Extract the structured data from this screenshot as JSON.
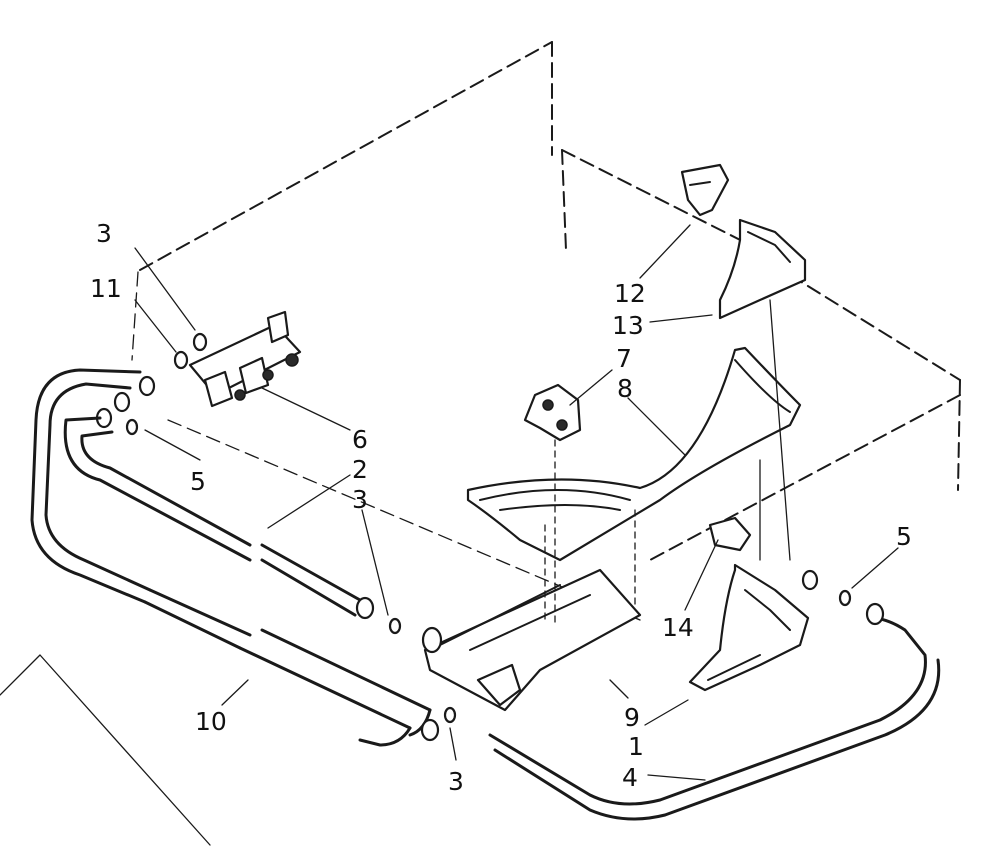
{
  "diagram": {
    "callouts": [
      {
        "id": "c-3-top",
        "text": "3"
      },
      {
        "id": "c-11",
        "text": "11"
      },
      {
        "id": "c-5-left",
        "text": "5"
      },
      {
        "id": "c-6",
        "text": "6"
      },
      {
        "id": "c-2",
        "text": "2"
      },
      {
        "id": "c-3-mid",
        "text": "3"
      },
      {
        "id": "c-10",
        "text": "10"
      },
      {
        "id": "c-3-bottom",
        "text": "3"
      },
      {
        "id": "c-7",
        "text": "7"
      },
      {
        "id": "c-8",
        "text": "8"
      },
      {
        "id": "c-12",
        "text": "12"
      },
      {
        "id": "c-13",
        "text": "13"
      },
      {
        "id": "c-14",
        "text": "14"
      },
      {
        "id": "c-9",
        "text": "9"
      },
      {
        "id": "c-1",
        "text": "1"
      },
      {
        "id": "c-4",
        "text": "4"
      },
      {
        "id": "c-5-right",
        "text": "5"
      }
    ]
  }
}
